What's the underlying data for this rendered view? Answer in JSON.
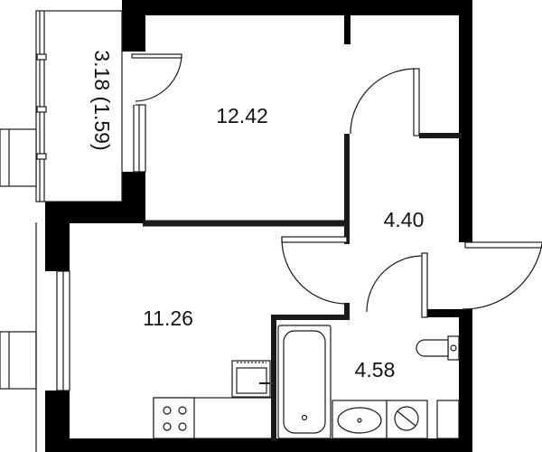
{
  "rooms": {
    "balcony": {
      "area": "3.18 (1.59)"
    },
    "bedroom": {
      "area": "12.42"
    },
    "hall": {
      "area": "4.40"
    },
    "kitchen_living": {
      "area": "11.26"
    },
    "bathroom": {
      "area": "4.58"
    }
  },
  "colors": {
    "wall": "#000000",
    "line": "#1a1a1a",
    "background": "#ffffff"
  }
}
